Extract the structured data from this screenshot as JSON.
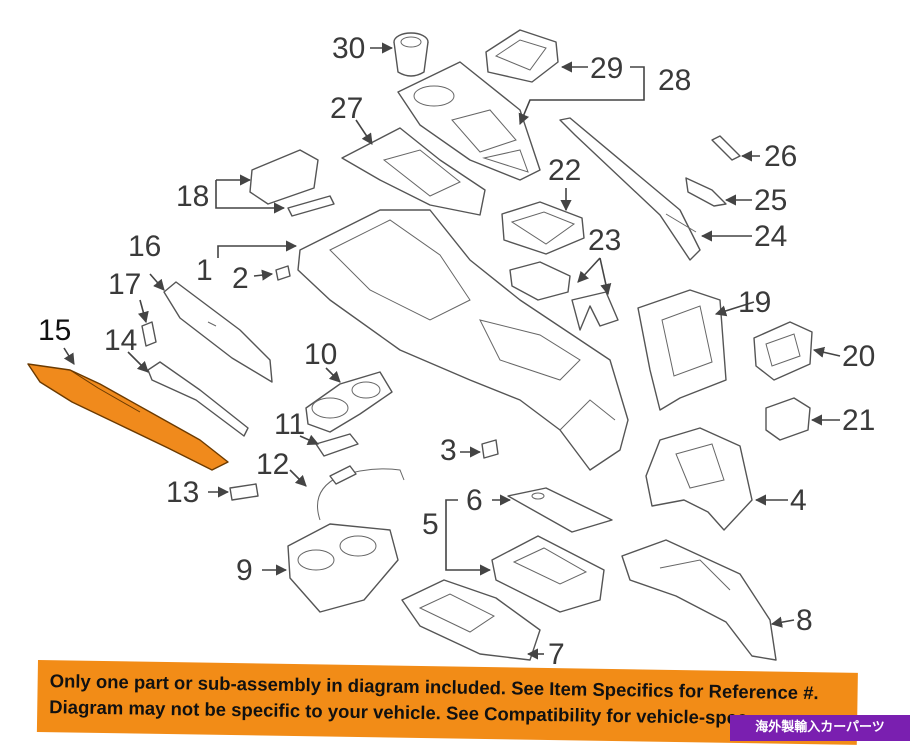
{
  "callouts": {
    "c1": "1",
    "c2": "2",
    "c3": "3",
    "c4": "4",
    "c5": "5",
    "c6": "6",
    "c7": "7",
    "c8": "8",
    "c9": "9",
    "c10": "10",
    "c11": "11",
    "c12": "12",
    "c13": "13",
    "c14": "14",
    "c15": "15",
    "c16": "16",
    "c17": "17",
    "c18": "18",
    "c19": "19",
    "c20": "20",
    "c21": "21",
    "c22": "22",
    "c23": "23",
    "c24": "24",
    "c25": "25",
    "c26": "26",
    "c27": "27",
    "c28": "28",
    "c29": "29",
    "c30": "30"
  },
  "highlight_color": "#f08a1c",
  "disclaimer": {
    "line1": "Only one part or sub-assembly in diagram included. See Item Specifics for Reference #.",
    "line2": "Diagram may not be specific to your vehicle. See Compatibility for vehicle-spec",
    "background": "#f28c17"
  },
  "badge": {
    "text": "海外製輸入カーパーツ",
    "background": "#7a1fb0"
  }
}
